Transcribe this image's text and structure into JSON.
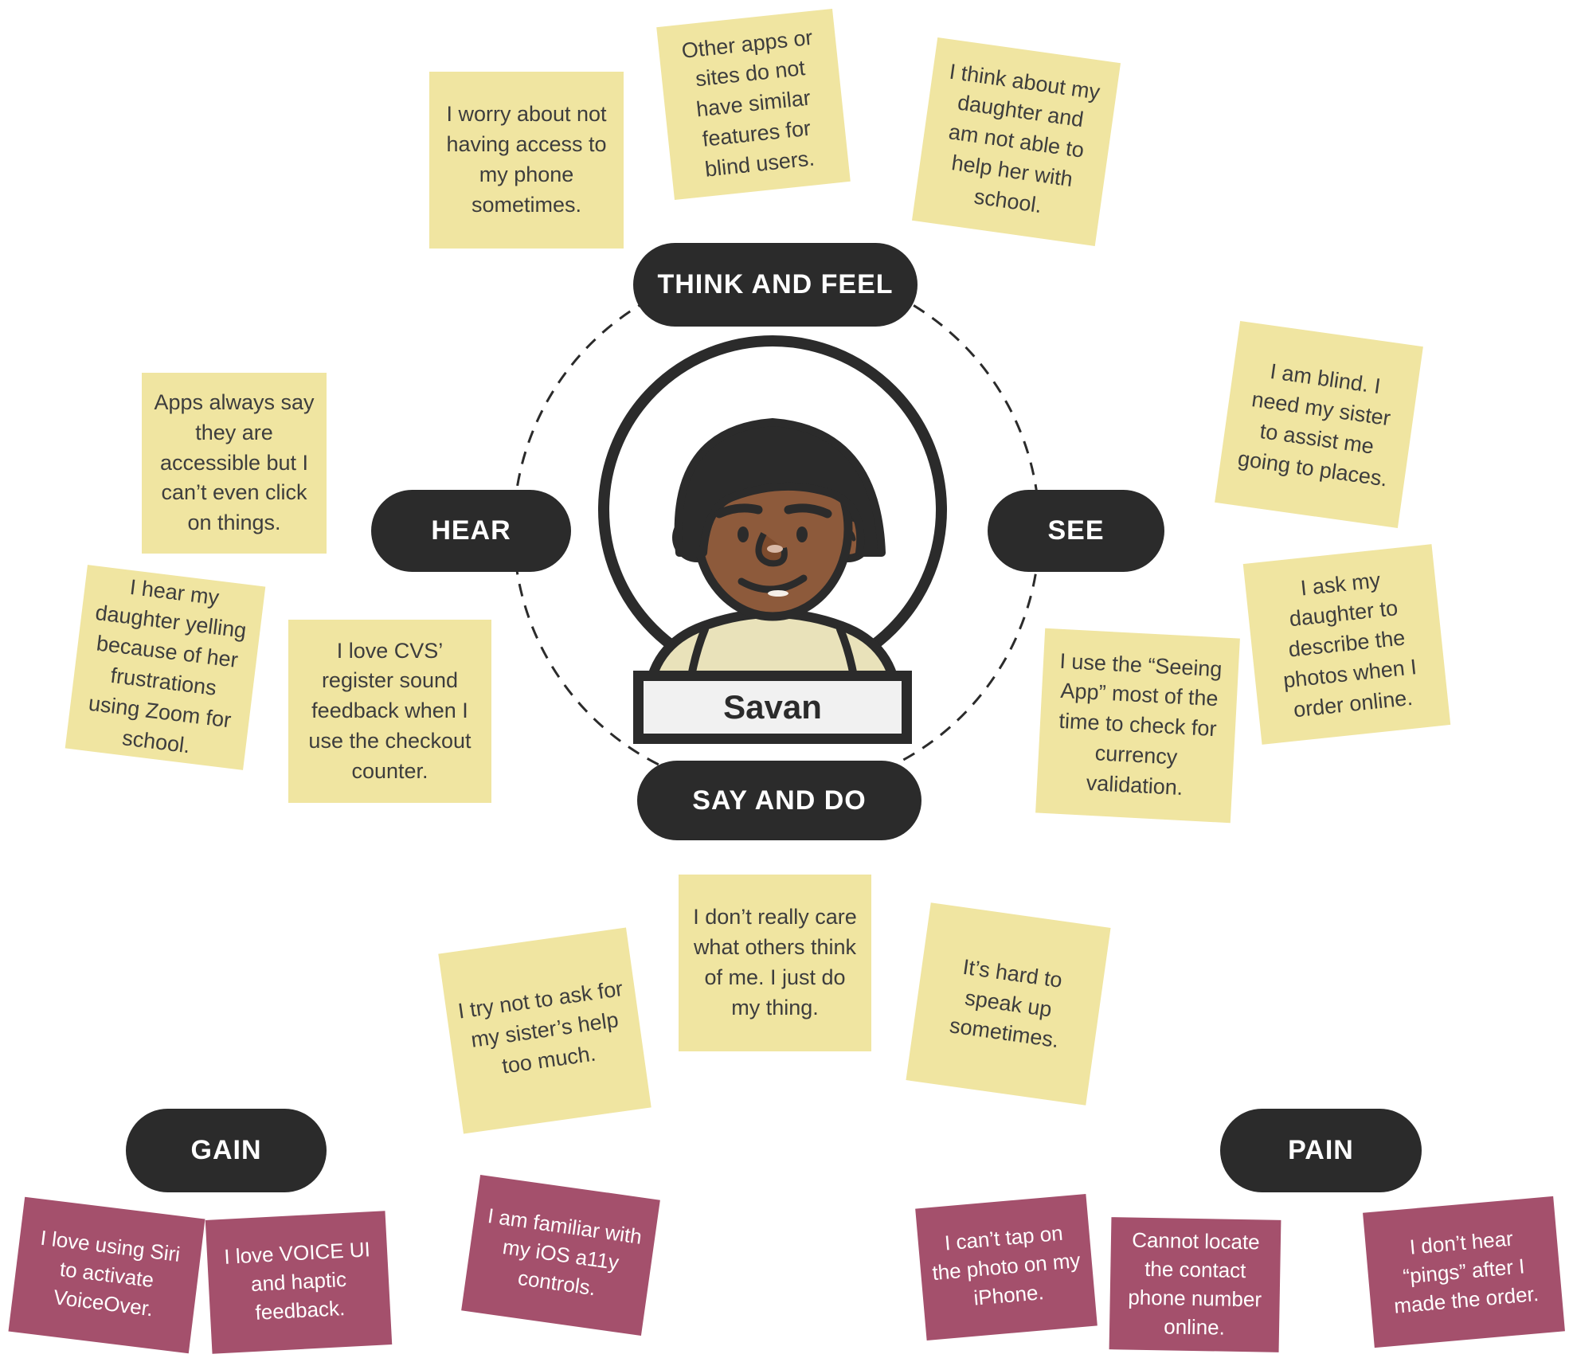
{
  "persona": {
    "name": "Savan"
  },
  "sections": {
    "think_and_feel": {
      "label": "THINK AND FEEL",
      "notes": [
        "I worry about not having access to my phone sometimes.",
        "Other apps or sites do not have similar features for blind users.",
        "I think about my daughter and am not able to help her with school."
      ]
    },
    "hear": {
      "label": "HEAR",
      "notes": [
        "Apps always say they are accessible but I can’t even click on things.",
        "I hear my daughter yelling because of her frustrations using Zoom for school.",
        "I love CVS’ register sound feedback when I use the checkout counter."
      ]
    },
    "see": {
      "label": "SEE",
      "notes": [
        "I am blind. I need my sister to assist me going to places.",
        "I ask my daughter to describe the photos when I order online.",
        "I use the “Seeing App” most of the time to check for currency validation."
      ]
    },
    "say_and_do": {
      "label": "SAY AND DO",
      "notes": [
        "I try not to ask for my sister’s help too much.",
        "I don’t really care what others think of me. I just do my thing.",
        "It’s hard to speak up sometimes."
      ]
    },
    "gain": {
      "label": "GAIN",
      "notes": [
        "I love using Siri to activate VoiceOver.",
        "I love VOICE UI and haptic feedback.",
        "I am familiar with my iOS a11y controls."
      ]
    },
    "pain": {
      "label": "PAIN",
      "notes": [
        "I can’t tap on the photo on my iPhone.",
        "Cannot locate the contact phone number online.",
        "I don’t hear “pings” after I made the order."
      ]
    }
  },
  "colors": {
    "pill_dark": "#2b2b2b",
    "note_yellow": "#f0e5a1",
    "note_maroon": "#a4506c",
    "plate_inner": "#f1f1f1",
    "background": "#ffffff"
  }
}
